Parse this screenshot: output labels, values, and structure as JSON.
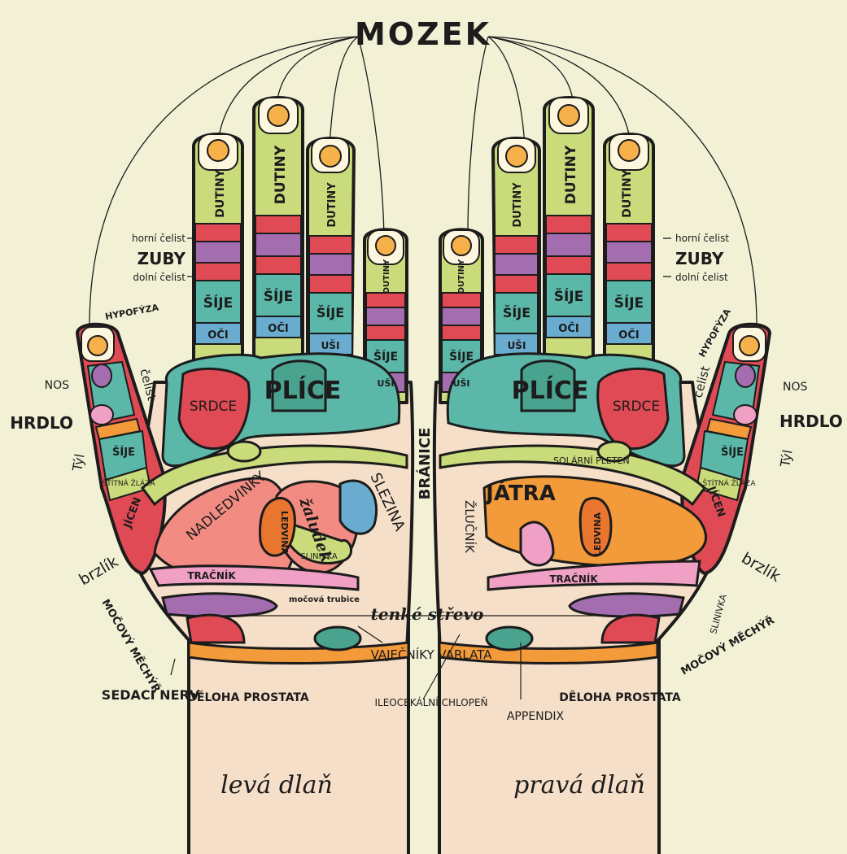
{
  "title": "MOZEK",
  "left_hand": {
    "caption": "levá dlaň",
    "fingers": {
      "index": "DUTINY",
      "middle": "DUTINY",
      "ring": "DUTINY",
      "little": "DUTINY",
      "index_neck": "ŠÍJE",
      "middle_neck": "ŠÍJE",
      "ring_neck": "ŠÍJE",
      "little_neck": "ŠÍJE",
      "index_eye": "OČI",
      "middle_eye": "OČI",
      "ring_ear": "UŠI",
      "little_ear": "UŠI"
    },
    "thumb": {
      "hypofyza": "HYPOFÝZA",
      "celist": "čelist",
      "nos": "NOS",
      "hrdlo": "HRDLO",
      "tyl": "Týl",
      "sije": "ŠÍJE",
      "stitna": "ŠTÍTNÁ ŽLÁZA",
      "jicen": "JÍCEN"
    },
    "zuby": {
      "horni": "horní čelist",
      "label": "ZUBY",
      "dolni": "dolní čelist"
    },
    "organs": {
      "srdce": "SRDCE",
      "plice": "PLÍCE",
      "nadledvinky": "NADLEDVINKY",
      "zaludek": "žaludek",
      "slezina": "SLEZINA",
      "ledvina": "LEDVINA",
      "slinivka": "SLINIVKA",
      "tracnik": "TRAČNÍK",
      "mocova": "močová trubice",
      "mocovy": "MOČOVÝ MĚCHÝŘ",
      "brzlik": "brzlík",
      "sedaci": "SEDACÍ NERV",
      "deloha": "DĚLOHA PROSTATA"
    }
  },
  "right_hand": {
    "caption": "pravá dlaň",
    "fingers": {
      "little": "DUTINY",
      "ring": "DUTINY",
      "middle": "DUTINY",
      "index": "DUTINY",
      "little_neck": "ŠÍJE",
      "ring_neck": "ŠÍJE",
      "middle_neck": "ŠÍJE",
      "index_neck": "ŠÍJE",
      "little_ear": "UŠI",
      "ring_ear": "UŠI",
      "middle_eye": "OČI",
      "index_eye": "OČI"
    },
    "thumb": {
      "hypofyza": "HYPOFÝZA",
      "celist": "čelist",
      "nos": "NOS",
      "hrdlo": "HRDLO",
      "tyl": "Týl",
      "sije": "ŠÍJE",
      "stitna": "ŠTÍTNÁ ŽLÁZA",
      "jicen": "JÍCEN"
    },
    "zuby": {
      "horni": "horní čelist",
      "label": "ZUBY",
      "dolni": "dolní čelist"
    },
    "organs": {
      "plice": "PLÍCE",
      "srdce": "SRDCE",
      "jatra": "JÁTRA",
      "zlucnik": "ŽLUČNÍK",
      "solarni": "SOLÁRNÍ PLETEŇ",
      "ledvina": "LEDVINA",
      "tracnik": "TRAČNÍK",
      "brzlik": "brzlík",
      "slinivka": "SLINIVKA",
      "mocovy": "MOČOVÝ MĚCHÝŘ",
      "appendix": "APPENDIX",
      "deloha": "DĚLOHA PROSTATA"
    }
  },
  "center": {
    "branice": "BRÁNICE",
    "tenke": "tenké střevo",
    "vajecniky": "VAJEČNÍKY VARLATA",
    "ileocekalni": "ILEOCEKÁLNÍ CHLOPEŇ"
  },
  "colors": {
    "background": "#f2f1d6",
    "skin": "#f6dfc8",
    "outline": "#1c1c1c",
    "lime": "#c9db7a",
    "teal": "#5bb8a8",
    "red": "#e04a55",
    "purple": "#a46db0",
    "pink": "#f0a0c4",
    "orange": "#f39a3a",
    "blue": "#6aaccf",
    "brain": "#f7b14b"
  }
}
